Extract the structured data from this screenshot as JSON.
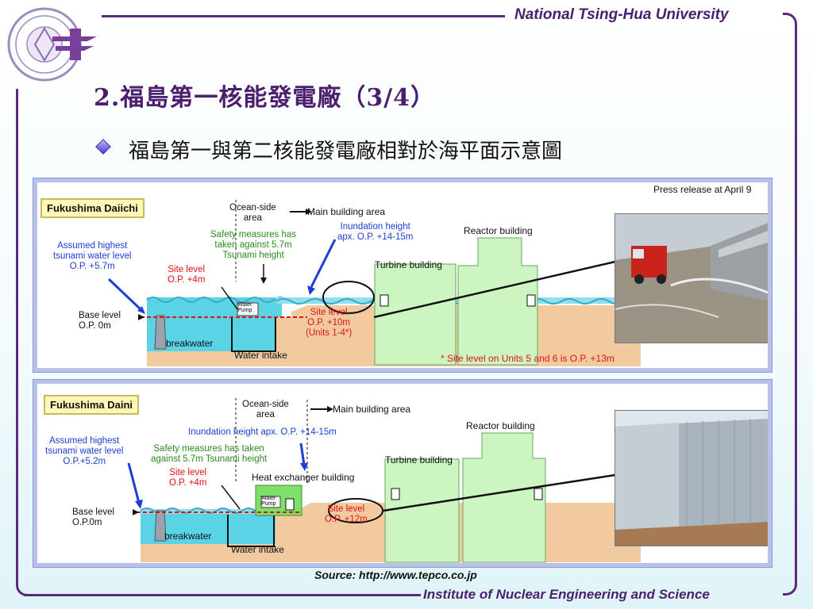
{
  "header": {
    "university": "National Tsing-Hua University",
    "logo_name": "nthu-seal"
  },
  "footer": {
    "institute": "Institute of Nuclear Engineering and Science",
    "source": "Source: http://www.tepco.co.jp"
  },
  "slide": {
    "title": "2.福島第一核能發電廠（3/4）",
    "bullet": "福島第一與第二核能發電廠相對於海平面示意圖"
  },
  "colors": {
    "accent": "#4b1e6e",
    "water": "#5ad3e6",
    "ground": "#f2caa0",
    "building": "#cdf5c2",
    "label_blue": "#1b3fd6",
    "label_green": "#2a8a1e",
    "label_red": "#e01010"
  },
  "daiichi": {
    "name": "Fukushima Daiichi",
    "press": "Press release at April 9",
    "ocean_side": "Ocean-side\narea",
    "main_building": "Main building area",
    "inundation": "Inundation height\napx. O.P. +14-15m",
    "safety": "Safety measures has\ntaken against 5.7m\nTsunami height",
    "assumed": "Assumed highest\ntsunami water level\nO.P. +5.7m",
    "site_level_ocean": "Site level\nO.P. +4m",
    "base_level": "Base level\nO.P. 0m",
    "water_pump": "Water\nPump",
    "breakwater": "breakwater",
    "water_intake": "Water intake",
    "site_level_main": "Site level\nO.P. +10m\n(Units 1-4*)",
    "turbine": "Turbine building",
    "reactor": "Reactor building",
    "note": "* Site level on Units 5 and 6 is O.P. +13m"
  },
  "daini": {
    "name": "Fukushima Daini",
    "ocean_side": "Ocean-side\narea",
    "main_building": "Main building area",
    "inundation": "Inundation height apx. O.P. +14-15m",
    "safety": "Safety measures has taken\nagainst 5.7m Tsunami height",
    "assumed": "Assumed highest\ntsunami water level\nO.P.+5.2m",
    "site_level_ocean": "Site level\nO.P. +4m",
    "heat_exchanger": "Heat exchanger building",
    "base_level": "Base level\nO.P.0m",
    "water_pump": "Water\nPump",
    "breakwater": "breakwater",
    "water_intake": "Water intake",
    "site_level_main": "Site level\nO.P. +12m",
    "turbine": "Turbine building",
    "reactor": "Reactor building"
  }
}
